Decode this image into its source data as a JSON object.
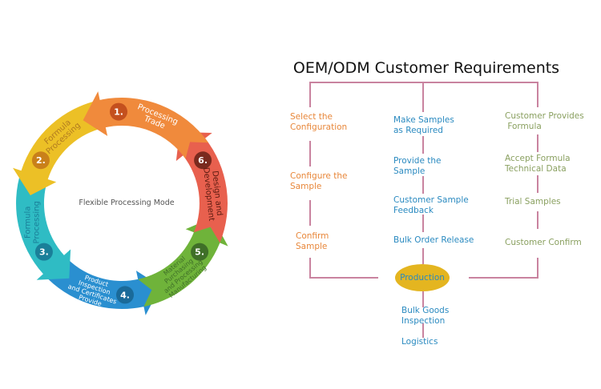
{
  "cycle": {
    "center_label": "Flexible Processing Mode",
    "steps": [
      {
        "number": "1.",
        "label": "Processing\nTrade",
        "color": "#f08a3c",
        "badge": "#c4501e",
        "text_color": "#ffffff"
      },
      {
        "number": "2.",
        "label": "Formula\nProcessing",
        "color": "#ecc026",
        "badge": "#c9801a",
        "text_color": "#b07a20"
      },
      {
        "number": "3.",
        "label": "Formula\nProcessing",
        "color": "#2fbcc4",
        "badge": "#1a7f99",
        "text_color": "#1a7f99"
      },
      {
        "number": "4.",
        "label": "Product\nInspection\nand Certificates\nProvide",
        "color": "#2a8fd0",
        "badge": "#1a6a99",
        "text_color": "#ffffff"
      },
      {
        "number": "5.",
        "label": "Material\nPurchasing\nand Processing\nManufacturing",
        "color": "#6fb33a",
        "badge": "#3f6f28",
        "text_color": "#3f6f28"
      },
      {
        "number": "6.",
        "label": "Design and\nDevelopment",
        "color": "#e8604e",
        "badge": "#7a2a1e",
        "text_color": "#5a1a10"
      }
    ]
  },
  "flow": {
    "title": "OEM/ODM Customer Requirements",
    "left": [
      "Select the\nConfiguration",
      "Configure the\nSample",
      "Confirm\nSample"
    ],
    "middle": [
      "Make Samples\nas Required",
      "Provide the\nSample",
      "Customer Sample\nFeedback",
      "Bulk Order Release"
    ],
    "production": "Production",
    "after": [
      "Bulk Goods\nInspection",
      "Logistics"
    ],
    "right": [
      "Customer Provides\n Formula",
      "Accept Formula\nTechnical Data",
      "Trial Samples",
      "Customer Confirm"
    ],
    "colors": {
      "left": "#e8873a",
      "middle": "#2a8ac0",
      "right": "#8aa060",
      "lines": "#c9839f",
      "production": "#e4b520"
    }
  }
}
